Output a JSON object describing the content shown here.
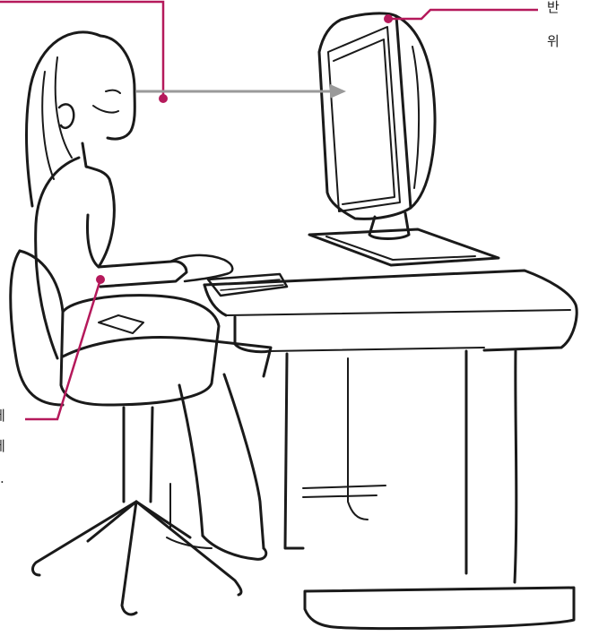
{
  "colors": {
    "callout": "#b5195b",
    "gaze_arrow": "#9a9a9a",
    "ink": "#1a1a1a",
    "text": "#222222"
  },
  "labels": {
    "monitor_right": [
      "반",
      "위"
    ],
    "elbow_left": [
      "에",
      "에",
      "."
    ]
  }
}
